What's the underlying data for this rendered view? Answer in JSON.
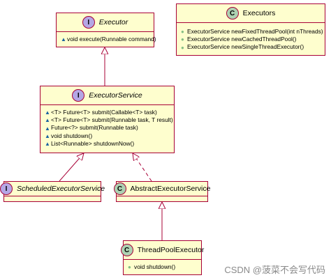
{
  "colors": {
    "box_fill": "#FEFECE",
    "box_border": "#A80036",
    "interface_circle": "#B4A7E5",
    "class_circle": "#ADD1B2",
    "package_visibility": "#1963A0",
    "public_visibility": "#84BE84"
  },
  "diagram": {
    "classes": [
      {
        "id": "executor",
        "kind": "I",
        "name": "Executor",
        "italic": true,
        "members": [
          {
            "vis": "package",
            "text": "void execute(Runnable command)"
          }
        ]
      },
      {
        "id": "executors",
        "kind": "C",
        "name": "Executors",
        "italic": false,
        "members": [
          {
            "vis": "public",
            "text": "ExecutorService newFixedThreadPool(int nThreads)"
          },
          {
            "vis": "public",
            "text": "ExecutorService newCachedThreadPool()"
          },
          {
            "vis": "public",
            "text": "ExecutorService newSingleThreadExecutor()"
          }
        ]
      },
      {
        "id": "executor_service",
        "kind": "I",
        "name": "ExecutorService",
        "italic": true,
        "members": [
          {
            "vis": "package",
            "text": "<T> Future<T> submit(Callable<T> task)"
          },
          {
            "vis": "package",
            "text": "<T> Future<T> submit(Runnable task, T result)"
          },
          {
            "vis": "package",
            "text": "Future<?> submit(Runnable task)"
          },
          {
            "vis": "package",
            "text": "void shutdown()"
          },
          {
            "vis": "package",
            "text": "List<Runnable> shutdownNow()"
          }
        ]
      },
      {
        "id": "scheduled",
        "kind": "I",
        "name": "ScheduledExecutorService",
        "italic": true,
        "members": []
      },
      {
        "id": "abstract",
        "kind": "C",
        "name": "AbstractExecutorService",
        "italic": false,
        "members": []
      },
      {
        "id": "tpe",
        "kind": "C",
        "name": "ThreadPoolExecutor",
        "italic": false,
        "members": [
          {
            "vis": "public",
            "text": "void shutdown()"
          }
        ]
      }
    ],
    "relations": [
      {
        "from": "executor_service",
        "to": "executor",
        "type": "extends"
      },
      {
        "from": "scheduled",
        "to": "executor_service",
        "type": "extends"
      },
      {
        "from": "abstract",
        "to": "executor_service",
        "type": "implements"
      },
      {
        "from": "tpe",
        "to": "abstract",
        "type": "extends"
      }
    ]
  },
  "watermark": "CSDN @菠菜不会写代码"
}
